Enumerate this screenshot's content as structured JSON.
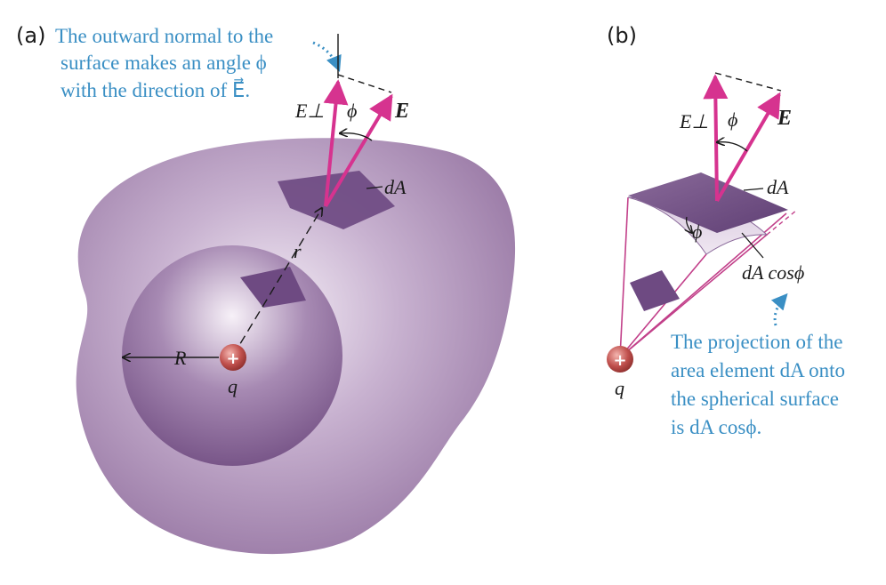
{
  "panel_a": {
    "label": "(a)",
    "caption_lines": [
      "The outward normal to the",
      "surface makes an angle ϕ",
      "with the direction of E⃗."
    ],
    "labels": {
      "e_perp": "E⊥",
      "phi": "ϕ",
      "e_vec": "E⃗",
      "dA": "dA",
      "r": "r",
      "R": "R",
      "q": "q",
      "charge_sign": "+"
    }
  },
  "panel_b": {
    "label": "(b)",
    "caption_lines": [
      "The projection of the",
      "area element dA onto",
      "the spherical surface",
      "is dA cosϕ."
    ],
    "labels": {
      "e_perp": "E⊥",
      "phi_top": "ϕ",
      "e_vec": "E⃗",
      "dA": "dA",
      "phi_inner": "ϕ",
      "dA_cos": "dA cosϕ",
      "q": "q",
      "charge_sign": "+"
    }
  },
  "colors": {
    "caption_blue": "#3a8fc4",
    "surface_purple": "#9a7aa6",
    "sphere_dark": "#7d5a8f",
    "patch_dark": "#6e4a82",
    "arrow_magenta": "#d6338f",
    "charge_red": "#c0504d"
  }
}
